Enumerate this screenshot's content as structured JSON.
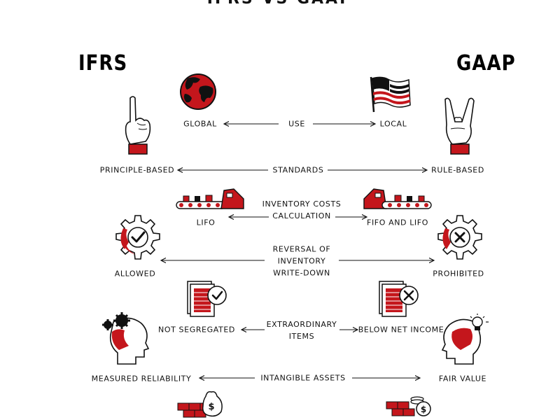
{
  "header": {
    "title": "IFRS VS GAAP",
    "left_label": "IFRS",
    "right_label": "GAAP"
  },
  "rows": [
    {
      "id": "use",
      "topic": [
        "USE"
      ],
      "left": "GLOBAL",
      "right": "LOCAL",
      "left_icon": "globe-icon",
      "right_icon": "flag-icon"
    },
    {
      "id": "standards",
      "topic": [
        "STANDARDS"
      ],
      "left": "PRINCIPLE-BASED",
      "right": "RULE-BASED",
      "left_icon": "pointing-hand-icon",
      "right_icon": "rock-hand-icon"
    },
    {
      "id": "inventory",
      "topic": [
        "INVENTORY COSTS",
        "CALCULATION"
      ],
      "left": "LIFO",
      "right": "FIFO AND LIFO",
      "left_icon": "conveyor-belt-icon",
      "right_icon": "conveyor-belt-icon"
    },
    {
      "id": "reversal",
      "topic": [
        "REVERSAL OF",
        "INVENTORY",
        "WRITE-DOWN"
      ],
      "left": "ALLOWED",
      "right": "PROHIBITED",
      "left_icon": "gear-check-icon",
      "right_icon": "gear-cross-icon"
    },
    {
      "id": "extraordinary",
      "topic": [
        "EXTRAORDINARY",
        "ITEMS"
      ],
      "left": "NOT SEGREGATED",
      "right": "BELOW NET INCOME",
      "left_icon": "document-check-icon",
      "right_icon": "document-cross-icon"
    },
    {
      "id": "intangible",
      "topic": [
        "INTANGIBLE ASSETS"
      ],
      "left": "MEASURED RELIABILITY",
      "right": "FAIR VALUE",
      "left_icon": "head-gears-icon",
      "right_icon": "head-bulb-icon"
    }
  ],
  "colors": {
    "accent": "#c4161c",
    "ink": "#111111"
  }
}
